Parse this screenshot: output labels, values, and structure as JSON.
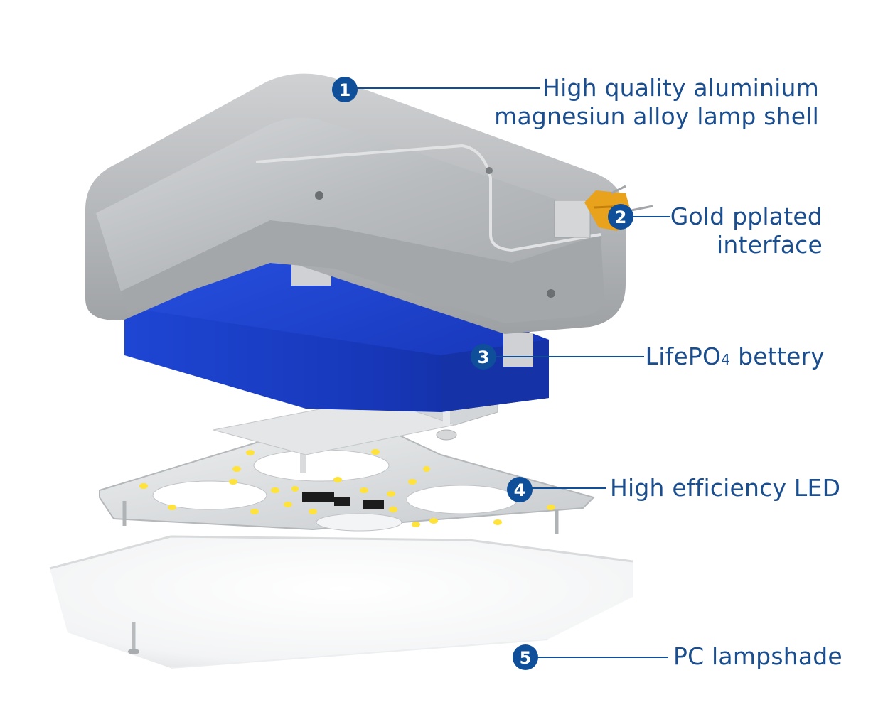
{
  "callouts": [
    {
      "number": "1",
      "lines": [
        "High quality aluminium",
        "magnesiun alloy lamp shell"
      ]
    },
    {
      "number": "2",
      "lines": [
        "Gold pplated",
        "interface"
      ]
    },
    {
      "number": "3",
      "text_main": "LifePO",
      "text_sub": "4",
      "text_after": " bettery"
    },
    {
      "number": "4",
      "lines": [
        "High efficiency LED"
      ]
    },
    {
      "number": "5",
      "lines": [
        "PC lampshade"
      ]
    }
  ],
  "colors": {
    "label_text": "#1a4e8f",
    "badge_fill": "#0f4f9a",
    "leader_line": "#0f4f9a",
    "shell": "#c9cccf",
    "battery": "#1c3fc4",
    "connector": "#e9a21c",
    "led_chip": "#ffe23a"
  }
}
